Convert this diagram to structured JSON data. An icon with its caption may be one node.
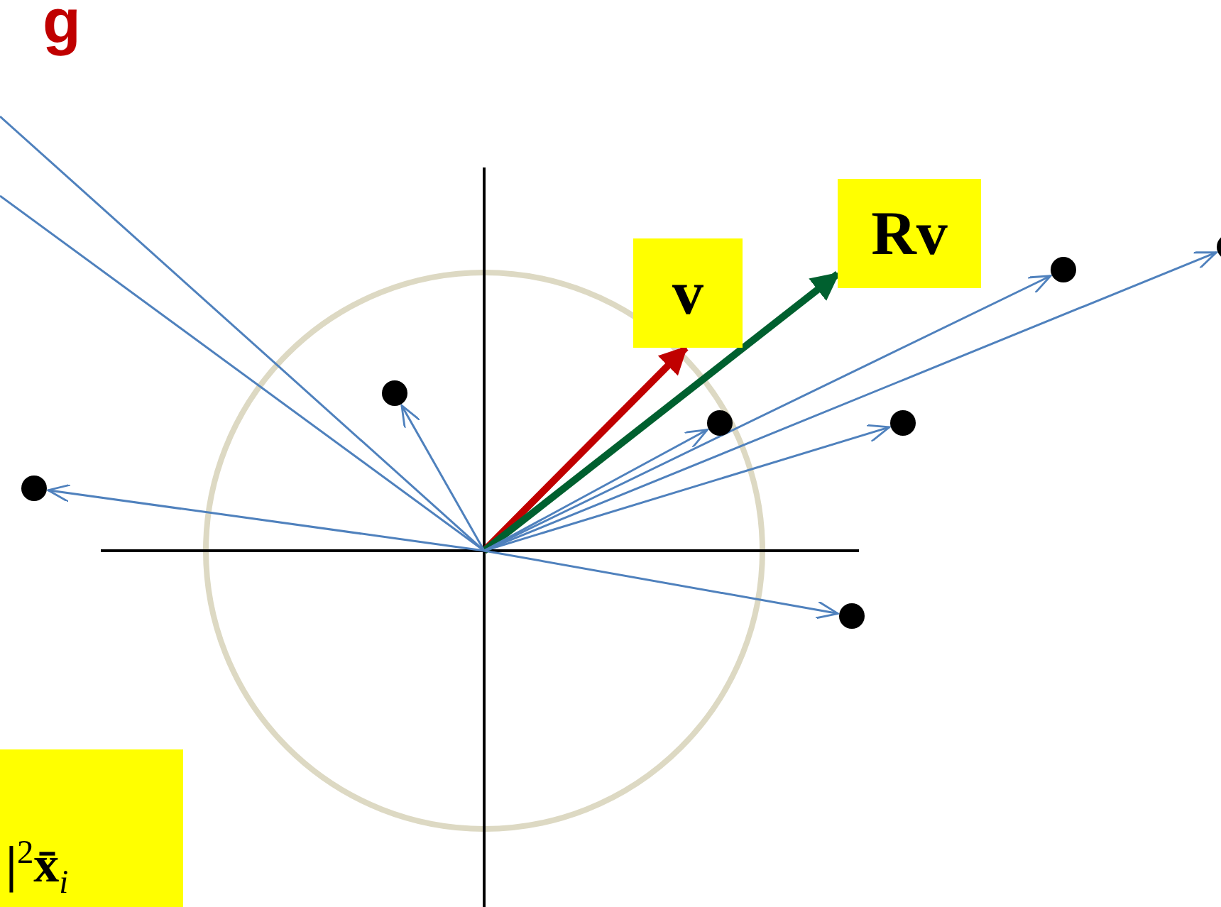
{
  "diagram": {
    "nodes": [
      {
        "text": [
          "v"
        ]
      },
      {
        "text": [
          "Rv"
        ]
      },
      {
        "text": [],
        "shape": "circle"
      },
      {
        "text": [],
        "shape": "circle"
      },
      {
        "text": [],
        "shape": "circle"
      },
      {
        "text": [],
        "shape": "circle"
      },
      {
        "text": [],
        "shape": "circle"
      },
      {
        "text": [],
        "shape": "circle"
      },
      {
        "text": [],
        "shape": "circle"
      },
      {
        "text": [
          "|$^{2}$**x̄**$_{i}$"
        ]
      }
    ],
    "edges": [
      {
        "from": null,
        "to": 0,
        "arrow": "to",
        "style": "thick",
        "color": "#c00000"
      },
      {
        "from": null,
        "to": 1,
        "arrow": "to",
        "style": "thick",
        "color": "#00602f"
      },
      {
        "from": null,
        "to": 2,
        "arrow": "to"
      },
      {
        "from": null,
        "to": 3,
        "arrow": "to"
      },
      {
        "from": null,
        "to": 4,
        "arrow": "to"
      },
      {
        "from": null,
        "to": 5,
        "arrow": "to"
      },
      {
        "from": null,
        "to": 6,
        "arrow": "to"
      },
      {
        "from": null,
        "to": 7,
        "arrow": "to"
      },
      {
        "from": null,
        "to": 8,
        "arrow": "to"
      }
    ],
    "labels": [
      "g"
    ]
  }
}
